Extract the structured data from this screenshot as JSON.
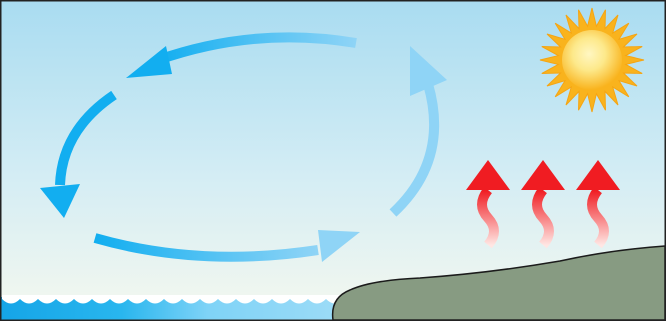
{
  "diagram": {
    "title": "",
    "colors": {
      "sky_top": "#a9dcf1",
      "sky_bottom": "#f5f8ef",
      "arrow_light": "#8fd4f6",
      "arrow_dark": "#12aef0",
      "sea": "#15a5e7",
      "sea_light": "#7fd3f7",
      "land": "#879b82",
      "land_outline": "#1b1b1b",
      "heat_red": "#f01c22",
      "heat_pink": "#ffd3cf",
      "sun_outer": "#f9b31d",
      "sun_inner": "#fde98b",
      "border": "#222222"
    },
    "icons": [
      "sun-icon",
      "heat-arrow-icon",
      "wave-icon",
      "circulation-arrow-icon"
    ],
    "elements": {
      "sun": "sun",
      "land": "land",
      "sea": "sea",
      "heat_rising_count": 3,
      "circulation_direction": "counterclockwise"
    }
  }
}
